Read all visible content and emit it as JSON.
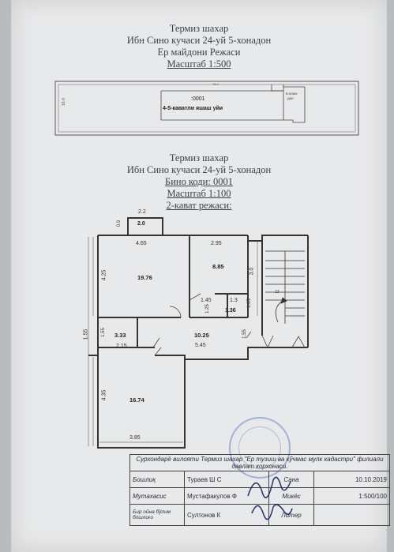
{
  "header1": {
    "city": "Термиз шахар",
    "address": "Ибн Сино кучаси 24-уй 5-хонадон",
    "plan_title": "Ер майдони Режаси",
    "scale": "Масштаб 1:500"
  },
  "site_plan": {
    "width_label": "78.4",
    "height_label": "16.0",
    "code": ":0001",
    "building_label": "4-5-каватли яшаш уйи",
    "annex_label_1": "5-хона-",
    "annex_label_2": "дон"
  },
  "header2": {
    "city": "Термиз шахар",
    "address": "Ибн Сино кучаси 24-уй 5-хонадон",
    "code": "Бино коди: 0001",
    "scale": "Масштаб 1:100",
    "floor": "2-кават режаси:"
  },
  "floor_plan": {
    "balcony_top_width": "2.2",
    "balcony_top_side": "0.9",
    "balcony_top_area": "2.0",
    "room1_width": "4.65",
    "room1_height": "4.25",
    "room1_area": "19.76",
    "room2_width": "2.95",
    "room2_height": "3.0",
    "room2_area": "8.85",
    "bath_w1": "1.45",
    "bath_w2": "1.3",
    "bath_h": "1.25",
    "bath_h2": "1.05",
    "bath_area": "1.36",
    "hall_area": "10.25",
    "hall_width": "5.45",
    "hall_side": "1.55",
    "small_room_area": "3.33",
    "small_room_h": "1.55",
    "small_room_w": "2.15",
    "left_total": "1.55",
    "room3_height": "4.35",
    "room3_area": "16.74",
    "room3_width": "3.85",
    "stair_mark": "13"
  },
  "info_table": {
    "header": "Сурхондарё вилояти Термиз шахар \"Ер тузиш ва кўчмас мулк кадастри\" филиали давлат корхонаси.",
    "rows": [
      {
        "role": "Бошлиқ",
        "name": "Тураев Ш С",
        "key": "Сана",
        "value": "10.10.2019"
      },
      {
        "role": "Мутахасис",
        "name": "Мустафакулов Ф",
        "key": "Микёс",
        "value": "1:500/100"
      },
      {
        "role": "Бир ойна бўлим бошлиғи",
        "name": "Султонов К",
        "key": "Литер",
        "value": ""
      }
    ]
  },
  "colors": {
    "paper": "#e8e9ea",
    "ink": "#3a3f4e",
    "stamp": "#4a6fbf",
    "signature": "#1f2f6e"
  }
}
